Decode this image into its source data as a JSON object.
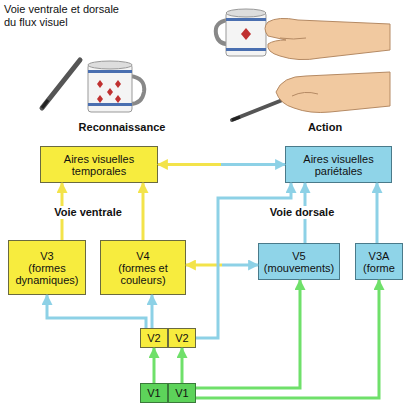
{
  "diagram": {
    "title": "Voie ventrale et dorsale du flux visuel",
    "nodes": [
      {
        "text": [
          "Aires visuelles temporales"
        ]
      },
      {
        "text": [
          "Aires visuelles pariétales"
        ]
      },
      {
        "text": [
          "V3",
          "(formes dynamiques)"
        ]
      },
      {
        "text": [
          "V4",
          "(formes et couleurs)"
        ]
      },
      {
        "text": [
          "V5",
          "(mouvements)"
        ]
      },
      {
        "text": [
          "V3A",
          "(forme"
        ]
      },
      {
        "text": [
          "V2"
        ]
      },
      {
        "text": [
          "V2"
        ]
      },
      {
        "text": [
          "V1"
        ]
      },
      {
        "text": [
          "V1"
        ]
      }
    ],
    "edges": [
      {
        "from": 0,
        "to": 1,
        "arrow": "both"
      },
      {
        "from": 2,
        "to": 0,
        "arrow": "to"
      },
      {
        "from": 3,
        "to": 0,
        "arrow": "to"
      },
      {
        "from": 3,
        "to": 4,
        "arrow": "both"
      },
      {
        "from": 4,
        "to": 1,
        "arrow": "to"
      },
      {
        "from": 5,
        "to": 1,
        "arrow": "to"
      },
      {
        "from": 6,
        "to": 2,
        "arrow": "to"
      },
      {
        "from": 6,
        "to": 3,
        "arrow": "to"
      },
      {
        "from": 7,
        "to": 1,
        "arrow": "to"
      },
      {
        "from": 8,
        "to": 6,
        "arrow": "to"
      },
      {
        "from": 9,
        "to": 7,
        "arrow": "to"
      },
      {
        "from": 9,
        "to": 4,
        "arrow": "to"
      },
      {
        "from": 9,
        "to": 5,
        "arrow": "to"
      }
    ],
    "labels": [
      "Reconnaissance",
      "Action",
      "Voie ventrale",
      "Voie dorsale"
    ]
  }
}
